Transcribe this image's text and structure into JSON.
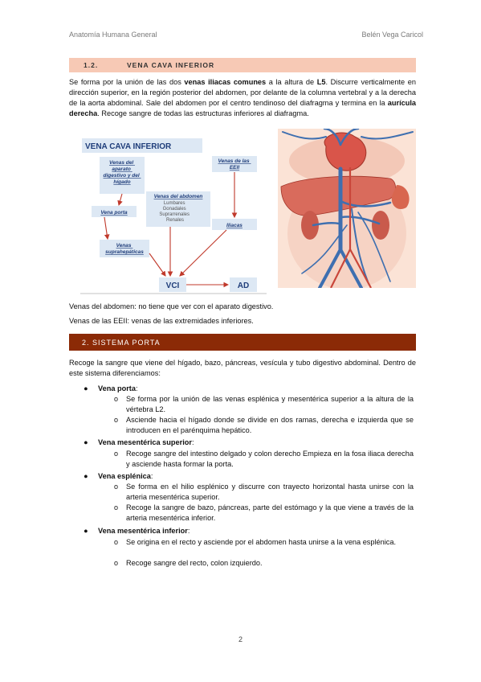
{
  "header": {
    "left": "Anatomía Humana General",
    "right": "Belén Vega Caricol"
  },
  "section_1": {
    "number": "1.2.",
    "title": "VENA CAVA INFERIOR"
  },
  "intro": {
    "p1": "Se forma por la unión de las dos ",
    "p1_b1": "venas iliacas comunes",
    "p2": " a la altura de ",
    "p2_b2": "L5",
    "p3": ". Discurre verticalmente en dirección superior, en la región posterior del abdomen, por delante de la columna vertebral y a la derecha de la aorta abdominal. Sale del abdomen por el centro tendinoso del diafragma y termina en la ",
    "p3_b3": "aurícula derecha",
    "p4": ". Recoge sangre de todas las estructuras inferiores al diafragma."
  },
  "diagram": {
    "title": "VENA CAVA INFERIOR",
    "box_digestivo": [
      "Venas del",
      "aparato",
      "digestivo y del",
      "hígado"
    ],
    "box_eeii": [
      "Venas de las",
      "EEII"
    ],
    "box_abdomen_title": "Venas del abdomen",
    "box_abdomen_items": [
      "Lumbares",
      "Gonadales",
      "Suprarrenales",
      "Renales"
    ],
    "box_porta": "Vena porta",
    "box_iliacas": "Iliacas",
    "box_suprahepaticas": [
      "Venas",
      "suprahepáticas"
    ],
    "box_vci": "VCI",
    "box_ad": "AD"
  },
  "notes": {
    "n1": "Venas del abdomen: no tiene que ver con el aparato digestivo.",
    "n2": "Venas de las EEII: venas de las extremidades inferiores."
  },
  "section_2": {
    "title": "2.  SISTEMA PORTA"
  },
  "porta_intro": "Recoge la sangre que viene del hígado, bazo, páncreas, vesícula y tubo digestivo abdominal. Dentro de este sistema diferenciamos:",
  "items": [
    {
      "title": "Vena porta",
      "colon": ":",
      "subs": [
        "Se forma por la unión de las venas esplénica y mesentérica superior a la altura de la vértebra L2.",
        "Asciende hacia el hígado donde se divide en dos ramas, derecha e izquierda que se introducen en el parénquima hepático."
      ]
    },
    {
      "title": "Vena mesentérica superior",
      "colon": ":",
      "subs": [
        "Recoge sangre del intestino delgado y colon derecho Empieza en la fosa iliaca derecha y asciende hasta formar la porta."
      ]
    },
    {
      "title": "Vena esplénica",
      "colon": ":",
      "subs": [
        "Se forma en el hilio esplénico y discurre con trayecto horizontal hasta unirse con la arteria mesentérica superior.",
        "Recoge la sangre de bazo, páncreas, parte del estómago y la que viene a través de la arteria mesentérica inferior."
      ]
    },
    {
      "title": "Vena mesentérica inferior",
      "colon": ":",
      "subs": [
        "Se origina en el recto y asciende por el abdomen hasta unirse a la vena esplénica.",
        "Recoge sangre del recto, colon izquierdo."
      ]
    }
  ],
  "page_number": "2",
  "colors": {
    "section1_bg": "#f7c9b5",
    "section2_bg": "#8b2a06",
    "diagram_box": "#dde8f4",
    "diagram_text": "#1f3d7a",
    "arrow": "#c0392b"
  }
}
